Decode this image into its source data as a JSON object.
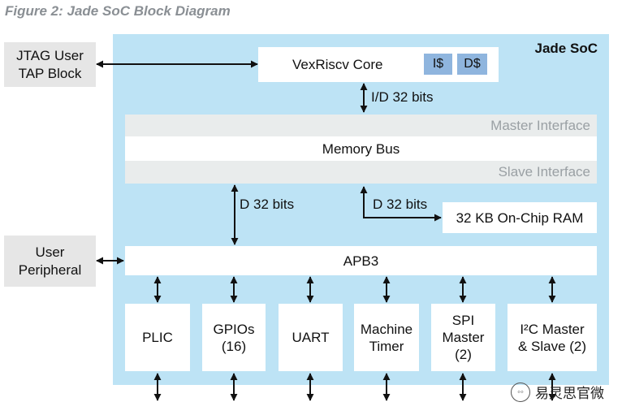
{
  "caption": "Figure 2: Jade SoC Block Diagram",
  "soc": {
    "title": "Jade SoC",
    "cpu": {
      "label": "VexRiscv Core",
      "icache": "I$",
      "dcache": "D$"
    },
    "cpu_bus_label": "I/D 32 bits",
    "memory_bus": {
      "master": "Master Interface",
      "label": "Memory Bus",
      "slave": "Slave Interface"
    },
    "apb_link_label": "D 32 bits",
    "ram_link_label": "D 32 bits",
    "ram": "32 KB On-Chip RAM",
    "apb": "APB3",
    "peripherals": [
      {
        "line1": "PLIC",
        "line2": "",
        "line3": ""
      },
      {
        "line1": "GPIOs",
        "line2": "(16)",
        "line3": ""
      },
      {
        "line1": "UART",
        "line2": "",
        "line3": ""
      },
      {
        "line1": "Machine",
        "line2": "Timer",
        "line3": ""
      },
      {
        "line1": "SPI",
        "line2": "Master",
        "line3": "(2)"
      },
      {
        "line1": "I²C Master",
        "line2": "& Slave (2)",
        "line3": ""
      }
    ]
  },
  "external": {
    "jtag": {
      "line1": "JTAG User",
      "line2": "TAP Block"
    },
    "user_peripheral": {
      "line1": "User",
      "line2": "Peripheral"
    }
  },
  "watermark": {
    "text": "易灵思官微",
    "icon": "wechat-icon"
  },
  "colors": {
    "soc_bg": "#bde3f5",
    "cache": "#8fb5de",
    "external_bg": "#e6e6e6",
    "interface_band": "#e9ecec"
  }
}
